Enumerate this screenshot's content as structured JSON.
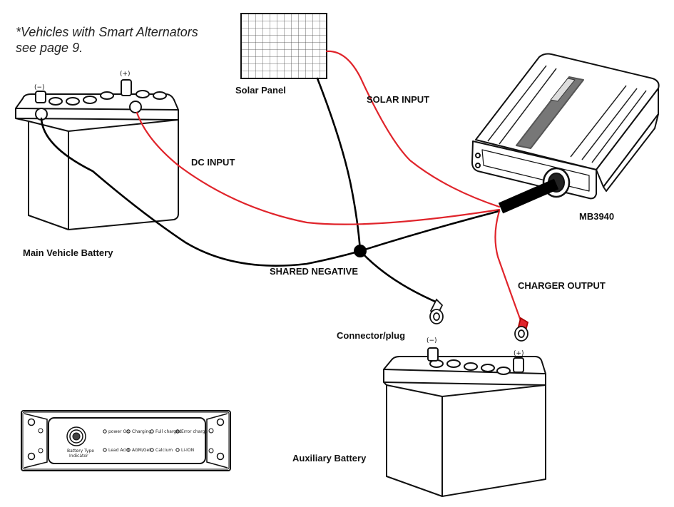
{
  "note": {
    "line1": "*Vehicles with Smart Alternators",
    "line2": "see page 9."
  },
  "labels": {
    "solar_panel": "Solar Panel",
    "solar_input": "SOLAR INPUT",
    "dc_input": "DC INPUT",
    "device_model": "MB3940",
    "main_battery": "Main Vehicle Battery",
    "shared_negative": "SHARED NEGATIVE",
    "charger_output": "CHARGER OUTPUT",
    "connector_plug": "Connector/plug",
    "auxiliary_battery": "Auxiliary Battery"
  },
  "terminals": {
    "negative": "(−)",
    "positive": "(+)"
  },
  "front_panel": {
    "button_caption_1": "Battery Type",
    "button_caption_2": "Indicator",
    "indicators_top": [
      "power On",
      "Charging",
      "Full charged",
      "Error charge"
    ],
    "indicators_bottom": [
      "Lead Acid",
      "AGM/Gel",
      "Calcium",
      "Li-ION"
    ]
  },
  "colors": {
    "positive_wire": "#e0242b",
    "negative_wire": "#000000",
    "line": "#111111"
  },
  "icons": [
    "solar-panel-icon",
    "battery-icon",
    "charger-unit-icon",
    "ring-terminal-icon"
  ]
}
